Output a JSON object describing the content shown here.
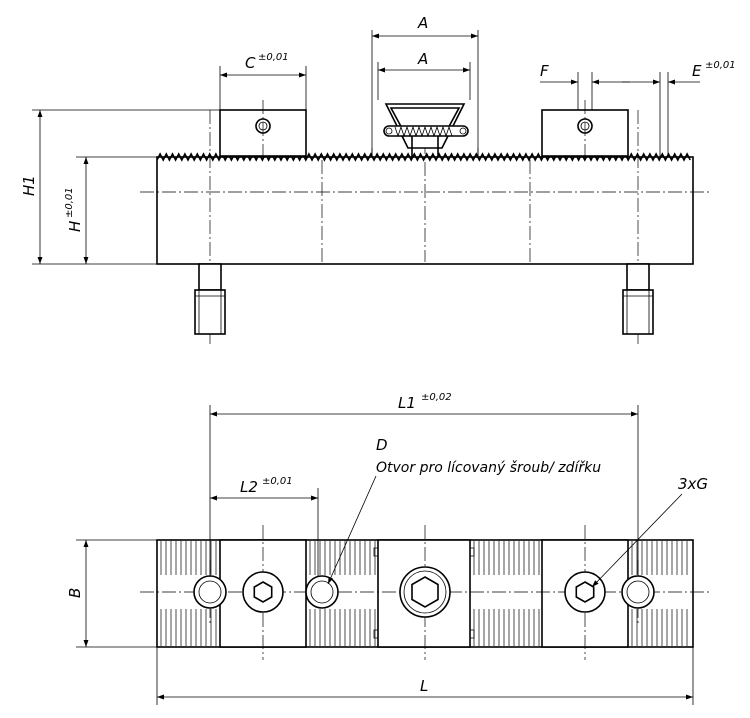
{
  "labels": {
    "A_top": "A",
    "A_inner": "A",
    "C": "C",
    "C_tol": "±0,01",
    "F": "F",
    "E": "E",
    "E_tol": "±0,01",
    "H1": "H1",
    "H": "H",
    "H_tol": "±0,01",
    "L1": "L1",
    "L1_tol": "±0,02",
    "L2": "L2",
    "L2_tol": "±0,01",
    "D": "D",
    "D_note": "Otvor pro lícovaný šroub/ zdířku",
    "G": "3xG",
    "B": "B",
    "L": "L"
  }
}
